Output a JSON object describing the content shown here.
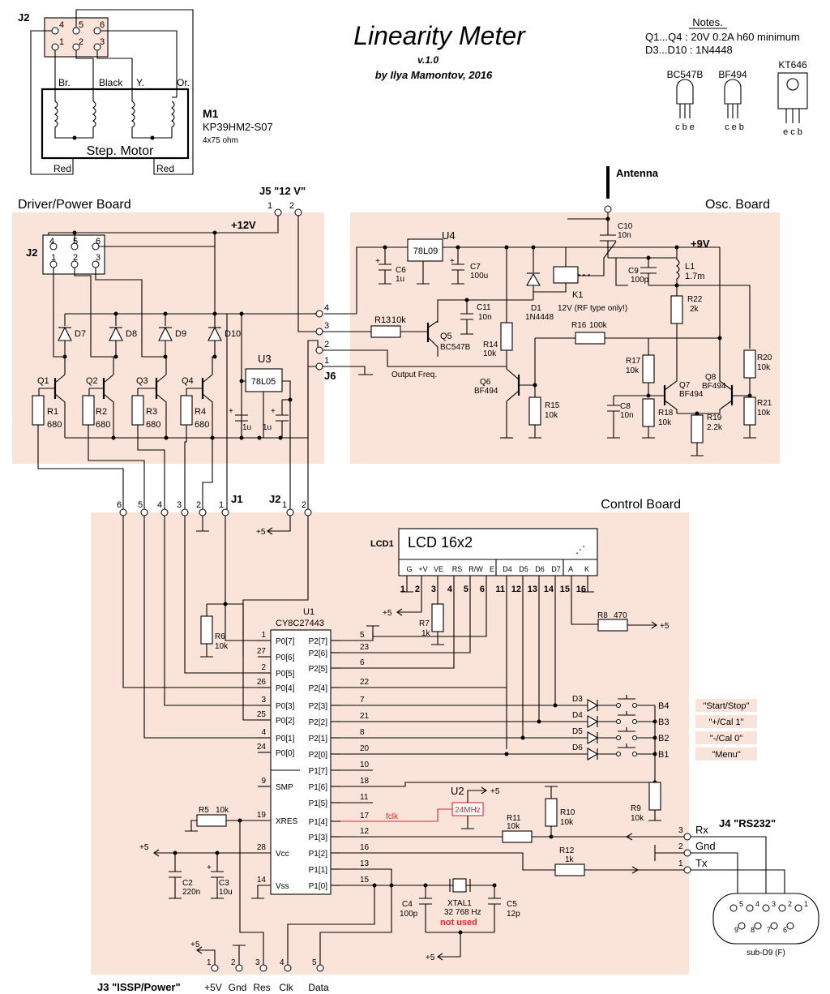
{
  "header": {
    "title": "Linearity Meter",
    "version": "v.1.0",
    "author": "by Ilya Mamontov, 2016"
  },
  "notes": {
    "heading": "Notes.",
    "line1": "Q1...Q4 :  20V 0.2A h60 minimum",
    "line2": "D3...D10 :  1N4448"
  },
  "packages": [
    {
      "name": "BC547B",
      "pins": "c b e"
    },
    {
      "name": "BF494",
      "pins": "c e b"
    },
    {
      "name": "KT646",
      "pins": "e c b"
    }
  ],
  "motor": {
    "connector": "J2",
    "pins_top": [
      "4",
      "5",
      "6"
    ],
    "pins_bottom": [
      "1",
      "2",
      "3"
    ],
    "wires": [
      "Br.",
      "Black",
      "Y.",
      "Or."
    ],
    "ref": "M1",
    "part": "KP39HM2-S07",
    "spec": "4x75 ohm",
    "label": "Step. Motor",
    "red_left": "Red",
    "red_right": "Red"
  },
  "boards": {
    "driver": "Driver/Power Board",
    "osc": "Osc. Board",
    "control": "Control Board"
  },
  "driver": {
    "j5": "J5 \"12 V\"",
    "j5_pin1": "1",
    "j5_pin2": "2",
    "rail": "+12V",
    "j2": "J2",
    "pins_top": [
      "4",
      "5",
      "6"
    ],
    "pins_bottom": [
      "1",
      "2",
      "3"
    ],
    "diodes": [
      "D7",
      "D8",
      "D9",
      "D10"
    ],
    "transistors": [
      "Q1",
      "Q2",
      "Q3",
      "Q4"
    ],
    "resistors": [
      {
        "ref": "R1",
        "value": "680"
      },
      {
        "ref": "R2",
        "value": "680"
      },
      {
        "ref": "R3",
        "value": "680"
      },
      {
        "ref": "R4",
        "value": "680"
      }
    ],
    "u3": "U3",
    "u3_part": "78L05",
    "cap_left": "1u",
    "cap_right": "1u",
    "j6": "J6",
    "j6_pins": [
      "4",
      "3",
      "2",
      "1"
    ],
    "j1_pins": [
      "6",
      "5",
      "4",
      "3",
      "2",
      "1"
    ],
    "j1": "J1",
    "j2b": "J2",
    "j2b_pins": [
      "1",
      "2"
    ],
    "plus5": "+5"
  },
  "osc": {
    "antenna": "Antenna",
    "rail": "+9V",
    "u4": "U4",
    "u4_part": "78L09",
    "c6": "C6",
    "c6_v": "1u",
    "c7": "C7",
    "c7_v": "100u",
    "c10": "C10",
    "c10_v": "10n",
    "c9": "C9",
    "c9_v": "100p",
    "l1": "L1",
    "l1_v": "1.7m",
    "k1": "K1",
    "k1_note": "12V (RF type only!)",
    "d1": "D1",
    "d1_v": "1N4448",
    "r13": "R13",
    "r13_v": "10k",
    "c11": "C11",
    "c11_v": "10n",
    "q5": "Q5",
    "q5_v": "BC547B",
    "r14": "R14",
    "r14_v": "10k",
    "r16": "R16",
    "r16_v": "100k",
    "r22": "R22",
    "r22_v": "2k",
    "r17": "R17",
    "r17_v": "10k",
    "r20": "R20",
    "r20_v": "10k",
    "q6": "Q6",
    "q6_v": "BF494",
    "q7": "Q7",
    "q7_v": "BF494",
    "q8": "Q8",
    "q8_v": "BF494",
    "r15": "R15",
    "r15_v": "10k",
    "c8": "C8",
    "c8_v": "10n",
    "r18": "R18",
    "r18_v": "10k",
    "r19": "R19",
    "r19_v": "2.2k",
    "r21": "R21",
    "r21_v": "10k",
    "output": "Output Freq."
  },
  "control": {
    "lcd_ref": "LCD1",
    "lcd_title": "LCD 16x2",
    "lcd_pins": [
      "G",
      "+V",
      "VE",
      "RS",
      "R/W",
      "E",
      "D4",
      "D5",
      "D6",
      "D7",
      "A",
      "K"
    ],
    "lcd_nums": [
      "1",
      "2",
      "3",
      "4",
      "5",
      "6",
      "11",
      "12",
      "13",
      "14",
      "15",
      "16"
    ],
    "r7": "R7",
    "r7_v": "1k",
    "r8": "R8",
    "r8_v": "470",
    "u1": "U1",
    "u1_part": "CY8C27443",
    "left_pins": [
      {
        "num": "1",
        "name": "P0[7]"
      },
      {
        "num": "27",
        "name": "P0[6]"
      },
      {
        "num": "2",
        "name": "P0[5]"
      },
      {
        "num": "26",
        "name": "P0[4]"
      },
      {
        "num": "3",
        "name": "P0[3]"
      },
      {
        "num": "25",
        "name": "P0[2]"
      },
      {
        "num": "4",
        "name": "P0[1]"
      },
      {
        "num": "24",
        "name": "P0[0]"
      },
      {
        "num": "9",
        "name": "SMP"
      },
      {
        "num": "19",
        "name": "XRES"
      },
      {
        "num": "28",
        "name": "Vcc"
      },
      {
        "num": "14",
        "name": "Vss"
      }
    ],
    "right_pins": [
      {
        "num": "5",
        "name": "P2[7]"
      },
      {
        "num": "23",
        "name": "P2[6]"
      },
      {
        "num": "6",
        "name": "P2[5]"
      },
      {
        "num": "22",
        "name": "P2[4]"
      },
      {
        "num": "7",
        "name": "P2[3]"
      },
      {
        "num": "21",
        "name": "P2[2]"
      },
      {
        "num": "8",
        "name": "P2[1]"
      },
      {
        "num": "20",
        "name": "P2[0]"
      },
      {
        "num": "10",
        "name": "P1[7]"
      },
      {
        "num": "18",
        "name": "P1[6]"
      },
      {
        "num": "11",
        "name": "P1[5]"
      },
      {
        "num": "17",
        "name": "P1[4]"
      },
      {
        "num": "12",
        "name": "P1[3]"
      },
      {
        "num": "16",
        "name": "P1[2]"
      },
      {
        "num": "13",
        "name": "P1[1]"
      },
      {
        "num": "15",
        "name": "P1[0]"
      }
    ],
    "r6": "R6",
    "r6_v": "10k",
    "r5": "R5",
    "r5_v": "10k",
    "c2": "C2",
    "c2_v": "220n",
    "c3": "C3",
    "c3_v": "10u",
    "plus5": "+5",
    "diodes": [
      "D3",
      "D4",
      "D5",
      "D6"
    ],
    "buttons": [
      "B4",
      "B3",
      "B2",
      "B1"
    ],
    "button_labels": [
      "\"Start/Stop\"",
      "\"+/Cal 1\"",
      "\"-/Cal 0\"",
      "\"Menu\""
    ],
    "u2": "U2",
    "u2_part": "24MHz",
    "fclk": "fclk",
    "r9": "R9",
    "r9_v": "10k",
    "r10": "R10",
    "r10_v": "10k",
    "r11": "R11",
    "r11_v": "10k",
    "r12": "R12",
    "r12_v": "1k",
    "j4": "J4 \"RS232\"",
    "rx": "Rx",
    "gnd": "Gnd",
    "tx": "Tx",
    "j4_pins": [
      "3",
      "2",
      "1"
    ],
    "c4": "C4",
    "c4_v": "100p",
    "xtal": "XTAL1",
    "xtal_v": "32 768 Hz",
    "not_used": "not  used",
    "c5": "C5",
    "c5_v": "12p",
    "dsub_top": [
      "5",
      "4",
      "3",
      "2",
      "1"
    ],
    "dsub_bottom": [
      "9",
      "8",
      "7",
      "6"
    ],
    "dsub_label": "sub-D9 (F)",
    "j3": "J3  \"ISSP/Power\"",
    "j3_pins": [
      "1",
      "2",
      "3",
      "4",
      "5"
    ],
    "j3_names": [
      "+5V",
      "Gnd",
      "Res",
      "Clk",
      "Data"
    ]
  },
  "colors": {
    "board_fill": "#fae3d9",
    "ink": "#000000",
    "accent_red": "#e8262a"
  }
}
